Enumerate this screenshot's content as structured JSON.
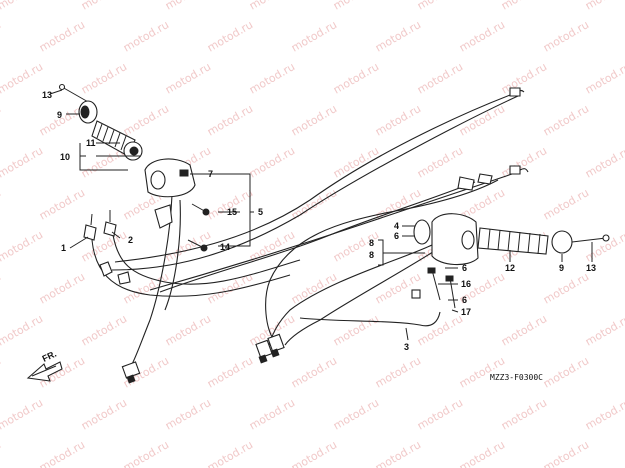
{
  "watermark": {
    "text": "motod.ru"
  },
  "diagram_code": "MZZ3-F0300C",
  "direction_label": "FR.",
  "callouts": {
    "c13_left": "13",
    "c9_left": "9",
    "c11": "11",
    "c10": "10",
    "c7": "7",
    "c15": "15",
    "c5": "5",
    "c14": "14",
    "c1": "1",
    "c2": "2",
    "c4": "4",
    "c6_a": "6",
    "c8_a": "8",
    "c8_b": "8",
    "c6_b": "6",
    "c16": "16",
    "c6_c": "6",
    "c17": "17",
    "c12": "12",
    "c9_right": "9",
    "c13_right": "13",
    "c3": "3"
  }
}
